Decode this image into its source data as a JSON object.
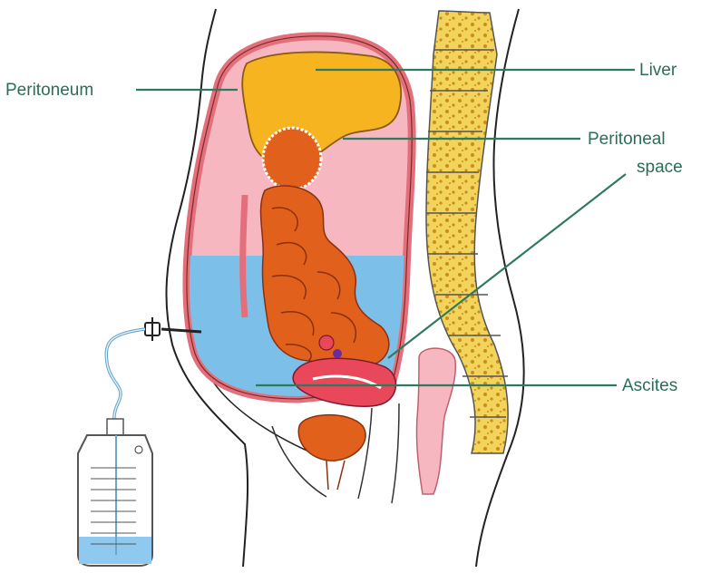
{
  "labels": {
    "peritoneum": "Peritoneum",
    "liver": "Liver",
    "peritoneal_space_line1": "Peritoneal",
    "peritoneal_space_line2": "space",
    "ascites": "Ascites"
  },
  "colors": {
    "label_text": "#2a6e58",
    "leader_line": "#2f7a5f",
    "peritoneum": "#e36f7a",
    "peritoneal_space": "#f6b7c0",
    "liver": "#f5b420",
    "intestines": "#e0601c",
    "ascites_fluid": "#7cc0ea",
    "spine": "#f2d35c",
    "bladder_organ": "#e8485a"
  },
  "icons": {
    "drain": "drainage-bag-icon"
  }
}
